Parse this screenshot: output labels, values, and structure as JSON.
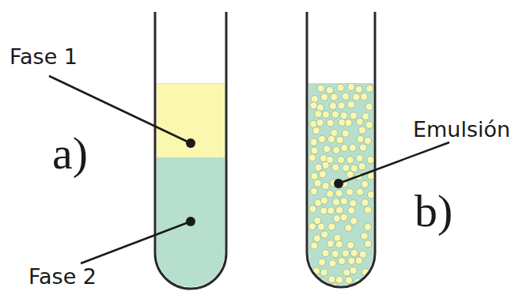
{
  "diagram": {
    "labels": [
      "Fase 1",
      "a)",
      "Fase 2",
      "Emulsión",
      "b)"
    ]
  }
}
